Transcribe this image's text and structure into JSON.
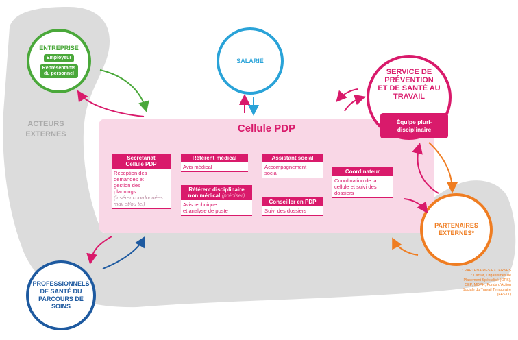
{
  "colors": {
    "pink": "#d91a6b",
    "green": "#4aa83a",
    "blue": "#2aa3d8",
    "navy": "#1e5aa0",
    "orange": "#ef7d22",
    "grey": "#dcdcdc",
    "light_pink": "#f9d7e6"
  },
  "acteurs_externes": "ACTEURS\nEXTERNES",
  "entreprise": {
    "title": "ENTREPRISE",
    "badge1": "Employeur",
    "badge2": "Représentants\ndu personnel"
  },
  "salarie": {
    "title": "SALARIÉ"
  },
  "spst": {
    "title": "SERVICE DE\nPRÉVENTION\nET DE SANTÉ AU\nTRAVAIL",
    "equipe": "Équipe pluri-\ndisciplinaire"
  },
  "professionnels": {
    "title": "PROFESSIONNELS\nDE SANTÉ DU\nPARCOURS DE\nSOINS"
  },
  "partenaires": {
    "title": "PARTENAIRES\nEXTERNES*"
  },
  "cellule": {
    "title": "Cellule PDP",
    "secretariat": {
      "header": "Secrétariat\nCellule PDP",
      "body": "Réception des\ndemandes et\ngestion des\nplannings",
      "note": "(insérer coordonnées\nmail et/ou tel)"
    },
    "referent_medical": {
      "header": "Référent médical",
      "body": "Avis médical"
    },
    "referent_disc": {
      "header": "Référent disciplinaire\nnon médical ",
      "header_note": "(préciser)",
      "body": "Avis technique\net analyse de poste"
    },
    "assistant_social": {
      "header": "Assistant social",
      "body": "Accompagnement\nsocial"
    },
    "conseiller": {
      "header": "Conseiller en PDP",
      "body": "Suivi des dossiers"
    },
    "coordinateur": {
      "header": "Coordinateur",
      "body": "Coordination de la\ncellule et suivi des\ndossiers"
    }
  },
  "footnote": "* PARTENAIRES EXTERNES\n: Carsat, Organismes de\nPlacement Spécialisé (OPS),\nCEP, MDPH, Fonds d'Action\nSociale du Travail Temporaire\n(FASTT)"
}
